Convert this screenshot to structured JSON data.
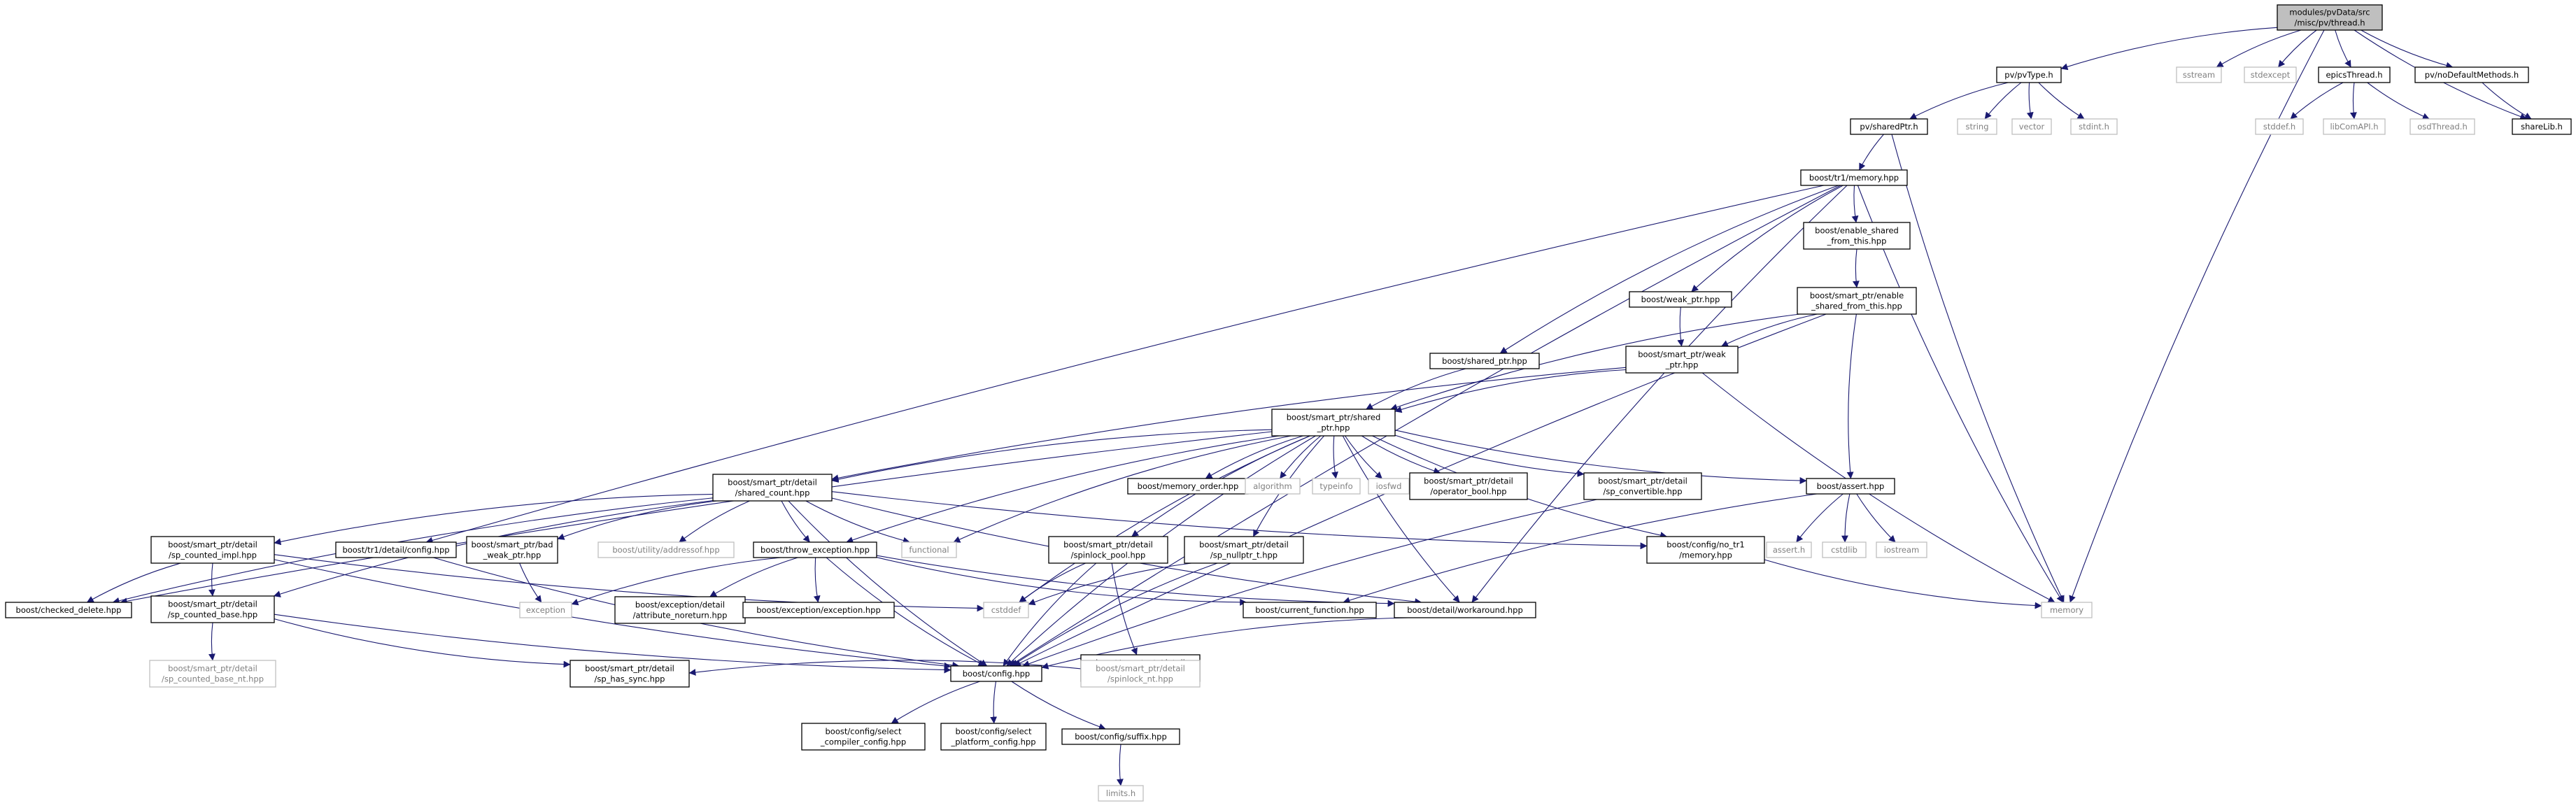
{
  "colors": {
    "root_fill": "#bfbfbf",
    "node_border": "#000000",
    "external_border": "#bfbfbf",
    "external_text": "#808080",
    "text": "#000000",
    "edge": "#191970"
  },
  "nodes": [
    {
      "id": "root",
      "lines": [
        "modules/pvData/src",
        "/misc/pv/thread.h"
      ],
      "kind": "root"
    },
    {
      "id": "pvType",
      "lines": [
        "pv/pvType.h"
      ],
      "kind": "file"
    },
    {
      "id": "sstream",
      "lines": [
        "sstream"
      ],
      "kind": "external"
    },
    {
      "id": "stdexcept",
      "lines": [
        "stdexcept"
      ],
      "kind": "external"
    },
    {
      "id": "epicsThread",
      "lines": [
        "epicsThread.h"
      ],
      "kind": "file"
    },
    {
      "id": "noDefault",
      "lines": [
        "pv/noDefaultMethods.h"
      ],
      "kind": "file"
    },
    {
      "id": "sharedPtr",
      "lines": [
        "pv/sharedPtr.h"
      ],
      "kind": "file"
    },
    {
      "id": "string",
      "lines": [
        "string"
      ],
      "kind": "external"
    },
    {
      "id": "vector",
      "lines": [
        "vector"
      ],
      "kind": "external"
    },
    {
      "id": "stdint",
      "lines": [
        "stdint.h"
      ],
      "kind": "external"
    },
    {
      "id": "stddefh",
      "lines": [
        "stddef.h"
      ],
      "kind": "external"
    },
    {
      "id": "libCom",
      "lines": [
        "libComAPI.h"
      ],
      "kind": "external"
    },
    {
      "id": "osdThread",
      "lines": [
        "osdThread.h"
      ],
      "kind": "external"
    },
    {
      "id": "shareLib",
      "lines": [
        "shareLib.h"
      ],
      "kind": "file"
    },
    {
      "id": "tr1mem",
      "lines": [
        "boost/tr1/memory.hpp"
      ],
      "kind": "file"
    },
    {
      "id": "enableShared",
      "lines": [
        "boost/enable_shared",
        "_from_this.hpp"
      ],
      "kind": "file"
    },
    {
      "id": "spEnable",
      "lines": [
        "boost/smart_ptr/enable",
        "_shared_from_this.hpp"
      ],
      "kind": "file"
    },
    {
      "id": "weakPtr",
      "lines": [
        "boost/weak_ptr.hpp"
      ],
      "kind": "file"
    },
    {
      "id": "sharedPtrHpp",
      "lines": [
        "boost/shared_ptr.hpp"
      ],
      "kind": "file"
    },
    {
      "id": "spWeak",
      "lines": [
        "boost/smart_ptr/weak",
        "_ptr.hpp"
      ],
      "kind": "file"
    },
    {
      "id": "spShared",
      "lines": [
        "boost/smart_ptr/shared",
        "_ptr.hpp"
      ],
      "kind": "file"
    },
    {
      "id": "memOrder",
      "lines": [
        "boost/memory_order.hpp"
      ],
      "kind": "file"
    },
    {
      "id": "algorithm",
      "lines": [
        "algorithm"
      ],
      "kind": "external"
    },
    {
      "id": "typeinfo",
      "lines": [
        "typeinfo"
      ],
      "kind": "external"
    },
    {
      "id": "iosfwd",
      "lines": [
        "iosfwd"
      ],
      "kind": "external"
    },
    {
      "id": "opBool",
      "lines": [
        "boost/smart_ptr/detail",
        "/operator_bool.hpp"
      ],
      "kind": "file"
    },
    {
      "id": "spConv",
      "lines": [
        "boost/smart_ptr/detail",
        "/sp_convertible.hpp"
      ],
      "kind": "file"
    },
    {
      "id": "assert",
      "lines": [
        "boost/assert.hpp"
      ],
      "kind": "file"
    },
    {
      "id": "sharedCount",
      "lines": [
        "boost/smart_ptr/detail",
        "/shared_count.hpp"
      ],
      "kind": "file"
    },
    {
      "id": "spCountedImpl",
      "lines": [
        "boost/smart_ptr/detail",
        "/sp_counted_impl.hpp"
      ],
      "kind": "file"
    },
    {
      "id": "tr1config",
      "lines": [
        "boost/tr1/detail/config.hpp"
      ],
      "kind": "file"
    },
    {
      "id": "badWeak",
      "lines": [
        "boost/smart_ptr/bad",
        "_weak_ptr.hpp"
      ],
      "kind": "file"
    },
    {
      "id": "addressof",
      "lines": [
        "boost/utility/addressof.hpp"
      ],
      "kind": "external"
    },
    {
      "id": "throwExc",
      "lines": [
        "boost/throw_exception.hpp"
      ],
      "kind": "file"
    },
    {
      "id": "functional",
      "lines": [
        "functional"
      ],
      "kind": "external"
    },
    {
      "id": "spinPool",
      "lines": [
        "boost/smart_ptr/detail",
        "/spinlock_pool.hpp"
      ],
      "kind": "file"
    },
    {
      "id": "spNull",
      "lines": [
        "boost/smart_ptr/detail",
        "/sp_nullptr_t.hpp"
      ],
      "kind": "file"
    },
    {
      "id": "noTr1",
      "lines": [
        "boost/config/no_tr1",
        "/memory.hpp"
      ],
      "kind": "file"
    },
    {
      "id": "asserth",
      "lines": [
        "assert.h"
      ],
      "kind": "external"
    },
    {
      "id": "cstdlib",
      "lines": [
        "cstdlib"
      ],
      "kind": "external"
    },
    {
      "id": "iostream",
      "lines": [
        "iostream"
      ],
      "kind": "external"
    },
    {
      "id": "checkedDel",
      "lines": [
        "boost/checked_delete.hpp"
      ],
      "kind": "file"
    },
    {
      "id": "spCountedBase",
      "lines": [
        "boost/smart_ptr/detail",
        "/sp_counted_base.hpp"
      ],
      "kind": "file"
    },
    {
      "id": "exception",
      "lines": [
        "exception"
      ],
      "kind": "external"
    },
    {
      "id": "excAttr",
      "lines": [
        "boost/exception/detail",
        "/attribute_noreturn.hpp"
      ],
      "kind": "file"
    },
    {
      "id": "excExc",
      "lines": [
        "boost/exception/exception.hpp"
      ],
      "kind": "file"
    },
    {
      "id": "cstddef",
      "lines": [
        "cstddef"
      ],
      "kind": "external"
    },
    {
      "id": "curFunc",
      "lines": [
        "boost/current_function.hpp"
      ],
      "kind": "file"
    },
    {
      "id": "workaround",
      "lines": [
        "boost/detail/workaround.hpp"
      ],
      "kind": "file"
    },
    {
      "id": "memory",
      "lines": [
        "memory"
      ],
      "kind": "external"
    },
    {
      "id": "spinlock",
      "lines": [
        "boost/smart_ptr/detail",
        "/spinlock.hpp"
      ],
      "kind": "file"
    },
    {
      "id": "baseNt",
      "lines": [
        "boost/smart_ptr/detail",
        "/sp_counted_base_nt.hpp"
      ],
      "kind": "external"
    },
    {
      "id": "hasSync",
      "lines": [
        "boost/smart_ptr/detail",
        "/sp_has_sync.hpp"
      ],
      "kind": "file"
    },
    {
      "id": "config",
      "lines": [
        "boost/config.hpp"
      ],
      "kind": "file"
    },
    {
      "id": "spinNt",
      "lines": [
        "boost/smart_ptr/detail",
        "/spinlock_nt.hpp"
      ],
      "kind": "external"
    },
    {
      "id": "selCompiler",
      "lines": [
        "boost/config/select",
        "_compiler_config.hpp"
      ],
      "kind": "file"
    },
    {
      "id": "selPlatform",
      "lines": [
        "boost/config/select",
        "_platform_config.hpp"
      ],
      "kind": "file"
    },
    {
      "id": "suffix",
      "lines": [
        "boost/config/suffix.hpp"
      ],
      "kind": "file"
    },
    {
      "id": "limits",
      "lines": [
        "limits.h"
      ],
      "kind": "external"
    }
  ],
  "edges": [
    [
      "root",
      "pvType"
    ],
    [
      "root",
      "sstream"
    ],
    [
      "root",
      "stdexcept"
    ],
    [
      "root",
      "epicsThread"
    ],
    [
      "root",
      "noDefault"
    ],
    [
      "root",
      "shareLib"
    ],
    [
      "root",
      "memory"
    ],
    [
      "pvType",
      "sharedPtr"
    ],
    [
      "pvType",
      "string"
    ],
    [
      "pvType",
      "vector"
    ],
    [
      "pvType",
      "stdint"
    ],
    [
      "epicsThread",
      "stddefh"
    ],
    [
      "epicsThread",
      "libCom"
    ],
    [
      "epicsThread",
      "osdThread"
    ],
    [
      "noDefault",
      "shareLib"
    ],
    [
      "sharedPtr",
      "tr1mem"
    ],
    [
      "sharedPtr",
      "memory"
    ],
    [
      "tr1mem",
      "enableShared"
    ],
    [
      "tr1mem",
      "weakPtr"
    ],
    [
      "tr1mem",
      "sharedPtrHpp"
    ],
    [
      "tr1mem",
      "tr1config"
    ],
    [
      "tr1mem",
      "memory"
    ],
    [
      "tr1mem",
      "workaround"
    ],
    [
      "tr1mem",
      "config"
    ],
    [
      "enableShared",
      "spEnable"
    ],
    [
      "spEnable",
      "spWeak"
    ],
    [
      "spEnable",
      "spShared"
    ],
    [
      "spEnable",
      "assert"
    ],
    [
      "spEnable",
      "config"
    ],
    [
      "weakPtr",
      "spWeak"
    ],
    [
      "sharedPtrHpp",
      "spShared"
    ],
    [
      "spWeak",
      "spShared"
    ],
    [
      "spWeak",
      "sharedCount"
    ],
    [
      "spWeak",
      "memory"
    ],
    [
      "spShared",
      "sharedCount"
    ],
    [
      "spShared",
      "memOrder"
    ],
    [
      "spShared",
      "algorithm"
    ],
    [
      "spShared",
      "typeinfo"
    ],
    [
      "spShared",
      "iosfwd"
    ],
    [
      "spShared",
      "opBool"
    ],
    [
      "spShared",
      "spConv"
    ],
    [
      "spShared",
      "assert"
    ],
    [
      "spShared",
      "checkedDel"
    ],
    [
      "spShared",
      "throwExc"
    ],
    [
      "spShared",
      "functional"
    ],
    [
      "spShared",
      "spinPool"
    ],
    [
      "spShared",
      "spNull"
    ],
    [
      "spShared",
      "noTr1"
    ],
    [
      "spShared",
      "cstddef"
    ],
    [
      "spShared",
      "workaround"
    ],
    [
      "spShared",
      "config"
    ],
    [
      "assert",
      "asserth"
    ],
    [
      "assert",
      "cstdlib"
    ],
    [
      "assert",
      "iostream"
    ],
    [
      "assert",
      "curFunc"
    ],
    [
      "spConv",
      "config"
    ],
    [
      "noTr1",
      "memory"
    ],
    [
      "sharedCount",
      "spCountedImpl"
    ],
    [
      "sharedCount",
      "badWeak"
    ],
    [
      "sharedCount",
      "addressof"
    ],
    [
      "sharedCount",
      "throwExc"
    ],
    [
      "sharedCount",
      "functional"
    ],
    [
      "sharedCount",
      "checkedDel"
    ],
    [
      "sharedCount",
      "spCountedBase"
    ],
    [
      "sharedCount",
      "workaround"
    ],
    [
      "sharedCount",
      "config"
    ],
    [
      "sharedCount",
      "noTr1"
    ],
    [
      "spCountedImpl",
      "checkedDel"
    ],
    [
      "spCountedImpl",
      "spCountedBase"
    ],
    [
      "spCountedImpl",
      "cstddef"
    ],
    [
      "spCountedImpl",
      "config"
    ],
    [
      "tr1config",
      "config"
    ],
    [
      "badWeak",
      "exception"
    ],
    [
      "throwExc",
      "exception"
    ],
    [
      "throwExc",
      "excAttr"
    ],
    [
      "throwExc",
      "excExc"
    ],
    [
      "throwExc",
      "curFunc"
    ],
    [
      "throwExc",
      "workaround"
    ],
    [
      "throwExc",
      "config"
    ],
    [
      "spinPool",
      "cstddef"
    ],
    [
      "spinPool",
      "spinlock"
    ],
    [
      "spinPool",
      "config"
    ],
    [
      "spNull",
      "cstddef"
    ],
    [
      "spNull",
      "config"
    ],
    [
      "spCountedBase",
      "baseNt"
    ],
    [
      "spCountedBase",
      "hasSync"
    ],
    [
      "spCountedBase",
      "config"
    ],
    [
      "spinlock",
      "spinNt"
    ],
    [
      "spinlock",
      "hasSync"
    ],
    [
      "workaround",
      "config"
    ],
    [
      "config",
      "selCompiler"
    ],
    [
      "config",
      "selPlatform"
    ],
    [
      "config",
      "suffix"
    ],
    [
      "suffix",
      "limits"
    ]
  ]
}
